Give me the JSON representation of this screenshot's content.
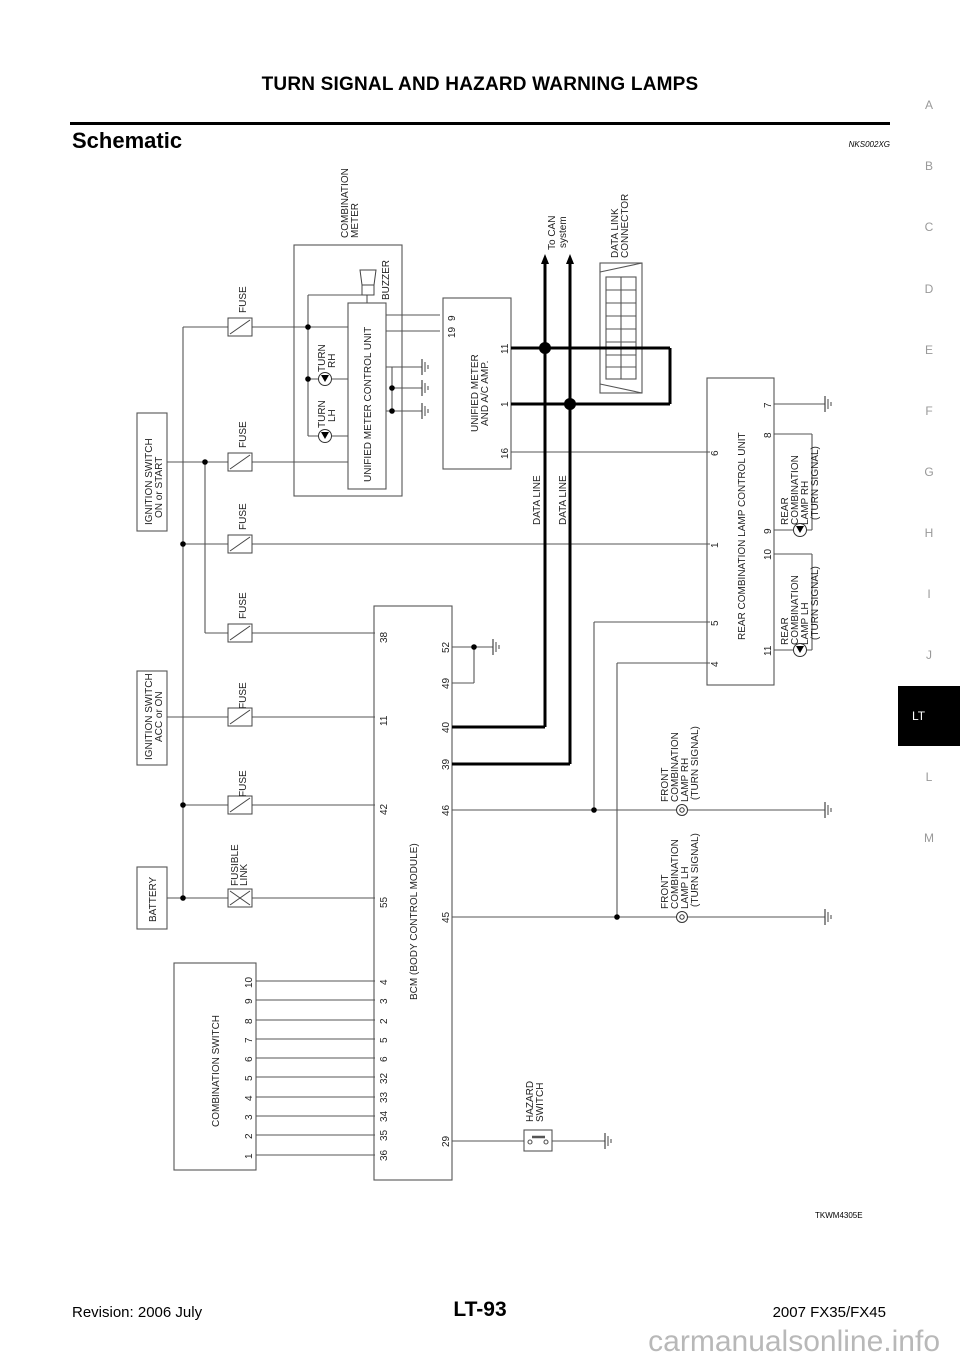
{
  "page": {
    "header_title": "TURN SIGNAL AND HAZARD WARNING LAMPS",
    "section_title": "Schematic",
    "section_code": "NKS002XG",
    "figure_code": "TKWM4305E",
    "footer": {
      "revision": "Revision: 2006 July",
      "page_number": "LT-93",
      "model": "2007 FX35/FX45"
    },
    "watermark": "carmanualsonline.info"
  },
  "side_tabs": [
    {
      "label": "A",
      "active": false
    },
    {
      "label": "B",
      "active": false
    },
    {
      "label": "C",
      "active": false
    },
    {
      "label": "D",
      "active": false
    },
    {
      "label": "E",
      "active": false
    },
    {
      "label": "F",
      "active": false
    },
    {
      "label": "G",
      "active": false
    },
    {
      "label": "H",
      "active": false
    },
    {
      "label": "I",
      "active": false
    },
    {
      "label": "J",
      "active": false
    },
    {
      "label": "LT",
      "active": true
    },
    {
      "label": "L",
      "active": false
    },
    {
      "label": "M",
      "active": false
    }
  ],
  "schematic": {
    "power_sources": {
      "battery": "BATTERY",
      "ign_acc_line1": "IGNITION SWITCH",
      "ign_acc_line2": "ACC or ON",
      "ign_on_line1": "IGNITION SWITCH",
      "ign_on_line2": "ON or START"
    },
    "fusible_link_line1": "FUSIBLE",
    "fusible_link_line2": "LINK",
    "fuse_label": "FUSE",
    "combination_meter": {
      "title_line1": "COMBINATION",
      "title_line2": "METER",
      "control_unit": "UNIFIED METER CONTROL UNIT",
      "buzzer": "BUZZER",
      "turn_lh_line1": "TURN",
      "turn_lh_line2": "LH",
      "turn_rh_line1": "TURN",
      "turn_rh_line2": "RH"
    },
    "unified_meter_amp": {
      "title_line1": "UNIFIED METER",
      "title_line2": "AND A/C AMP.",
      "pins": {
        "p19": "19",
        "p9": "9",
        "p11": "11",
        "p1": "1",
        "p16": "16"
      }
    },
    "can": {
      "label_line1": "To CAN",
      "label_line2": "system",
      "data_line": "DATA LINE"
    },
    "data_link_connector": {
      "line1": "DATA LINK",
      "line2": "CONNECTOR"
    },
    "rear_control_unit": {
      "title": "REAR COMBINATION LAMP CONTROL UNIT",
      "pins": {
        "p4": "4",
        "p5": "5",
        "p1": "1",
        "p6": "6",
        "p11": "11",
        "p10": "10",
        "p9": "9",
        "p8": "8",
        "p7": "7"
      }
    },
    "rear_lamp_rh": {
      "line1": "REAR",
      "line2": "COMBINATION",
      "line3": "LAMP RH",
      "line4": "(TURN SIGNAL)"
    },
    "rear_lamp_lh": {
      "line1": "REAR",
      "line2": "COMBINATION",
      "line3": "LAMP LH",
      "line4": "(TURN SIGNAL)"
    },
    "bcm": {
      "title": "BCM (BODY CONTROL MODULE)",
      "left_pins": {
        "p38": "38",
        "p11": "11",
        "p42": "42",
        "p55": "55",
        "p4": "4",
        "p3": "3",
        "p2": "2",
        "p5": "5",
        "p6": "6",
        "p32": "32",
        "p33": "33",
        "p34": "34",
        "p35": "35",
        "p36": "36"
      },
      "right_pins": {
        "p52": "52",
        "p49": "49",
        "p40": "40",
        "p39": "39",
        "p46": "46",
        "p45": "45",
        "p29": "29"
      }
    },
    "front_lamp_rh": {
      "line1": "FRONT",
      "line2": "COMBINATION",
      "line3": "LAMP RH",
      "line4": "(TURN SIGNAL)"
    },
    "front_lamp_lh": {
      "line1": "FRONT",
      "line2": "COMBINATION",
      "line3": "LAMP LH",
      "line4": "(TURN SIGNAL)"
    },
    "combination_switch": {
      "title": "COMBINATION SWITCH",
      "pins": [
        "1",
        "2",
        "3",
        "4",
        "5",
        "6",
        "7",
        "8",
        "9",
        "10"
      ]
    },
    "hazard_switch": {
      "line1": "HAZARD",
      "line2": "SWITCH"
    }
  }
}
